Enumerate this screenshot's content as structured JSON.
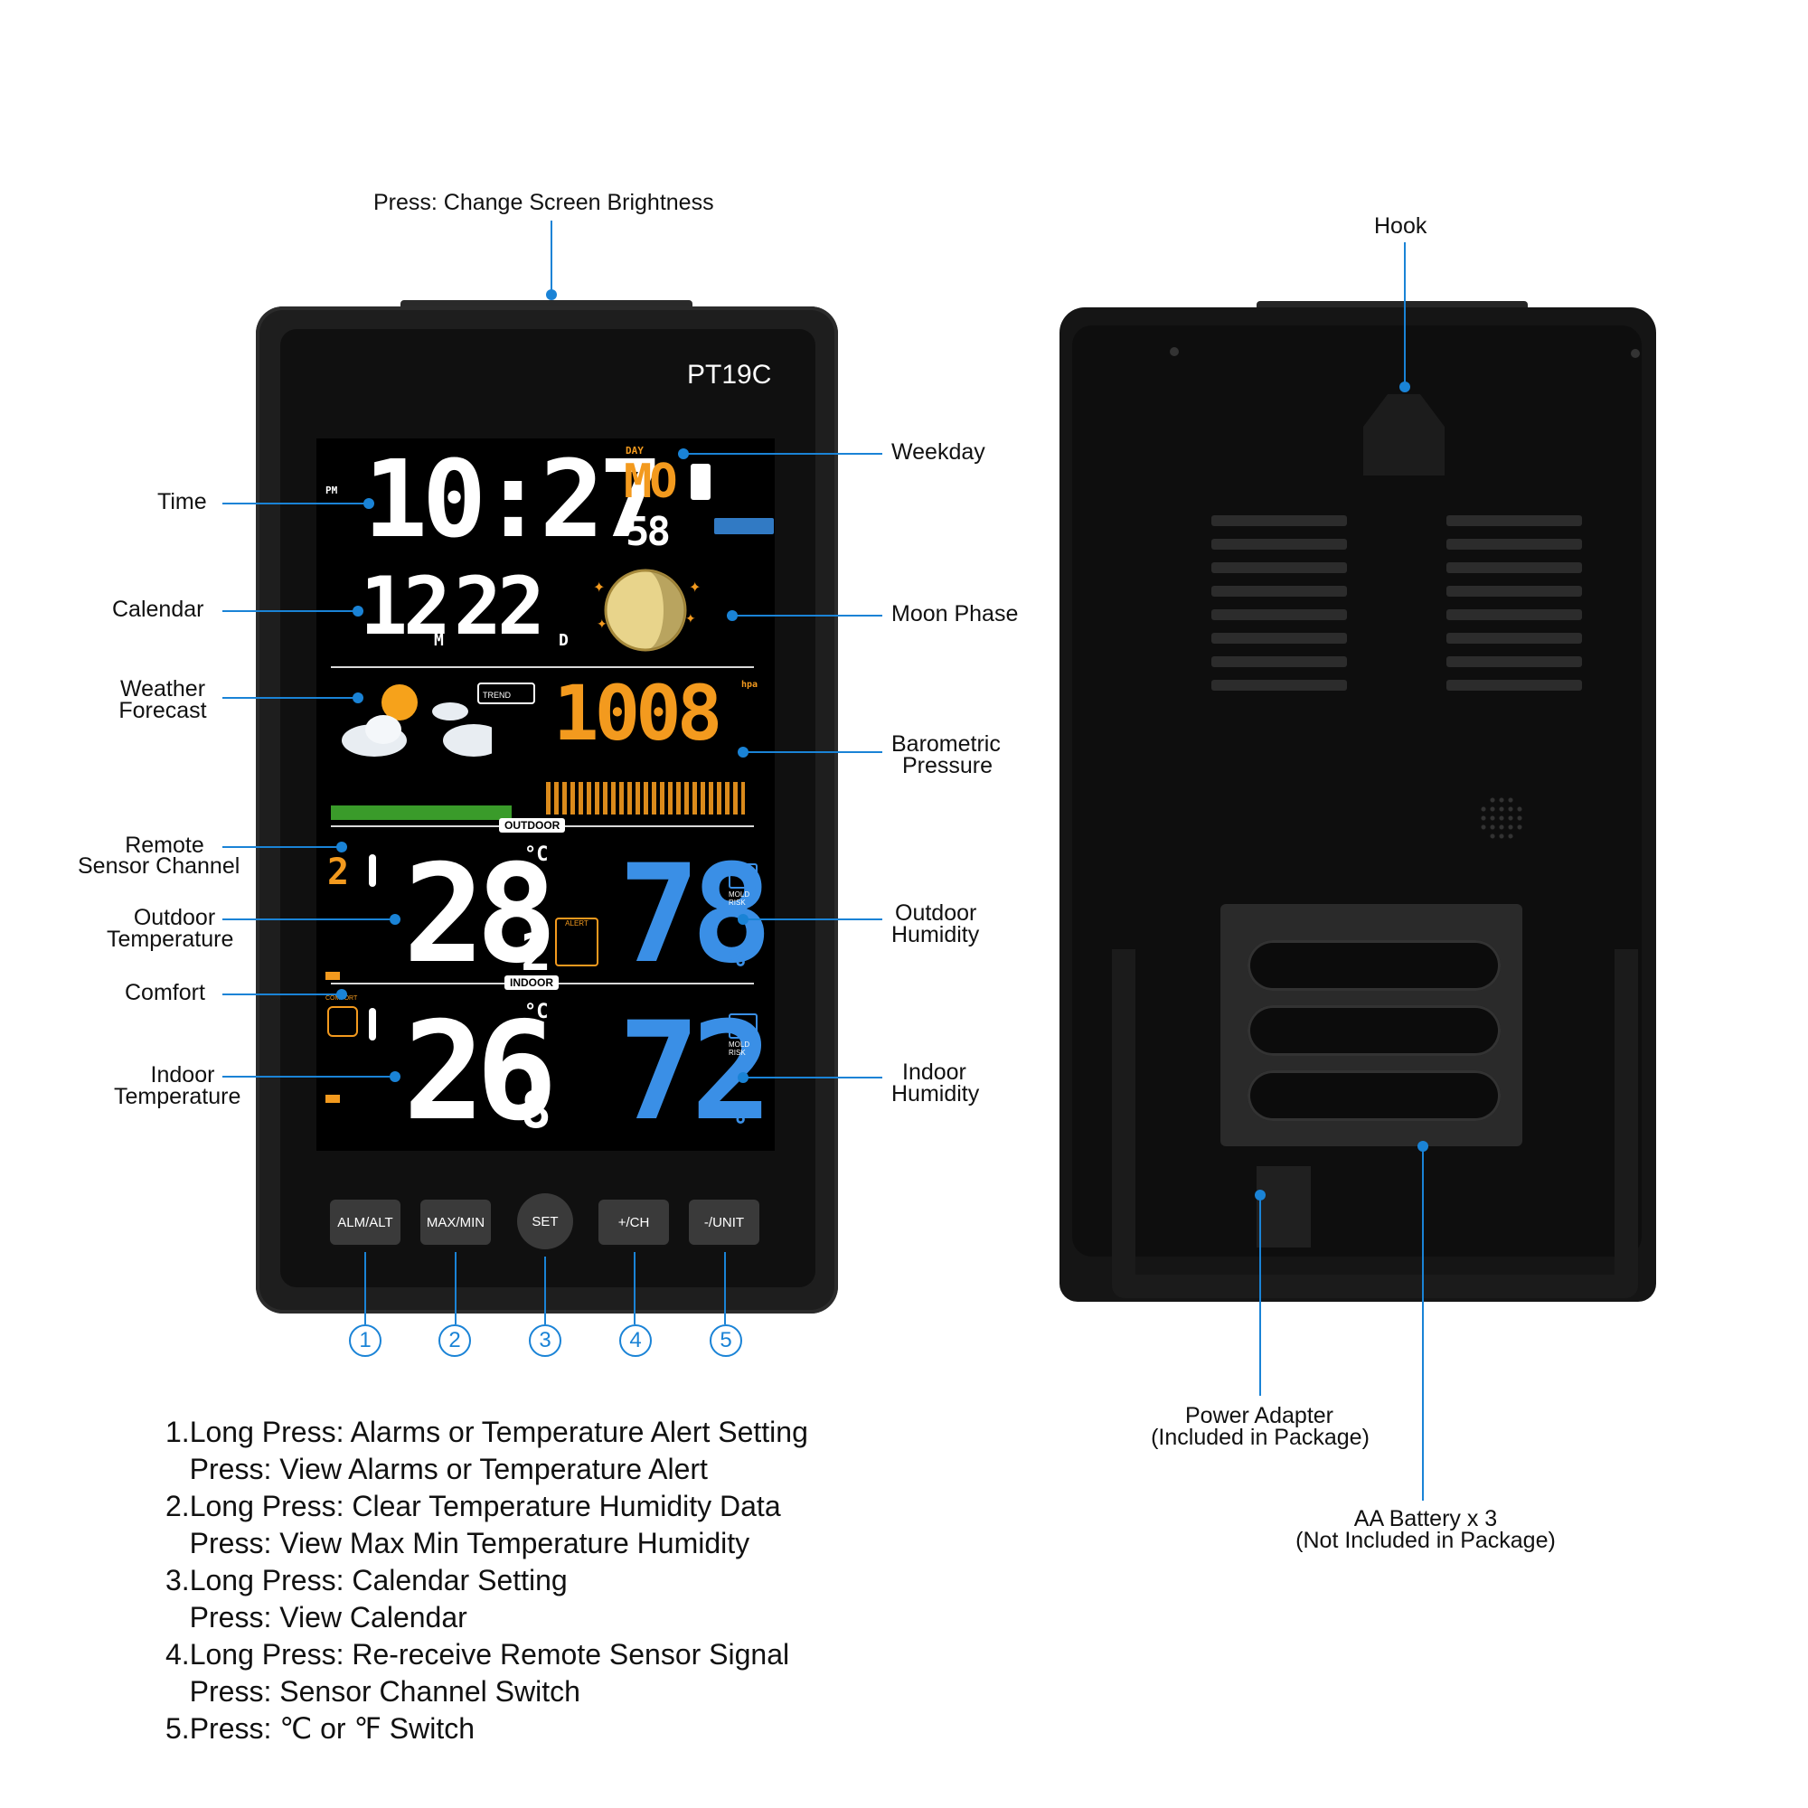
{
  "callouts": {
    "brightness": "Press: Change Screen Brightness",
    "time": "Time",
    "calendar": "Calendar",
    "weather_forecast_1": "Weather",
    "weather_forecast_2": "Forecast",
    "remote_sensor_1": "Remote",
    "remote_sensor_2": "Sensor Channel",
    "outdoor_temp_1": "Outdoor",
    "outdoor_temp_2": "Temperature",
    "comfort": "Comfort",
    "indoor_temp_1": "Indoor",
    "indoor_temp_2": "Temperature",
    "weekday": "Weekday",
    "moon_phase": "Moon Phase",
    "barometric_1": "Barometric",
    "barometric_2": "Pressure",
    "outdoor_hum_1": "Outdoor",
    "outdoor_hum_2": "Humidity",
    "indoor_hum_1": "Indoor",
    "indoor_hum_2": "Humidity",
    "hook": "Hook",
    "power_1": "Power Adapter",
    "power_2": "(Included in Package)",
    "battery_1": "AA Battery x 3",
    "battery_2": "(Not Included in Package)"
  },
  "device": {
    "model": "PT19C",
    "time": "10:27",
    "seconds": "58",
    "pm": "PM",
    "day_label": "DAY",
    "weekday": "MO",
    "month": "12",
    "month_suffix": "M",
    "day": "22",
    "day_suffix": "D",
    "trend": "TREND",
    "pressure": "1008",
    "pressure_unit": "hpa",
    "outdoor_tag": "OUTDOOR",
    "indoor_tag": "INDOOR",
    "channel": "2",
    "outdoor_temp": "28",
    "outdoor_temp_dec": "2",
    "temp_unit": "°C",
    "outdoor_humidity": "78",
    "indoor_temp": "26",
    "indoor_temp_dec": "8",
    "indoor_humidity": "72",
    "percent": "%",
    "comfort_tag": "COMFORT",
    "mold_risk": "MOLD RISK",
    "alert": "ALERT"
  },
  "buttons": [
    "ALM/ALT",
    "MAX/MIN",
    "SET",
    "+/CH",
    "-/UNIT"
  ],
  "button_numbers": [
    "1",
    "2",
    "3",
    "4",
    "5"
  ],
  "instructions": [
    "1.Long Press: Alarms or Temperature Alert Setting",
    "   Press: View Alarms or Temperature Alert",
    "2.Long Press: Clear Temperature Humidity Data",
    "   Press: View Max Min Temperature Humidity",
    "3.Long Press: Calendar Setting",
    "   Press: View Calendar",
    "4.Long Press: Re-receive Remote Sensor Signal",
    "   Press: Sensor Channel Switch",
    "5.Press: ℃ or ℉ Switch"
  ],
  "colors": {
    "accent": "#1a83d6",
    "orange": "#f39a1e",
    "blue_digits": "#3a8fe6"
  }
}
